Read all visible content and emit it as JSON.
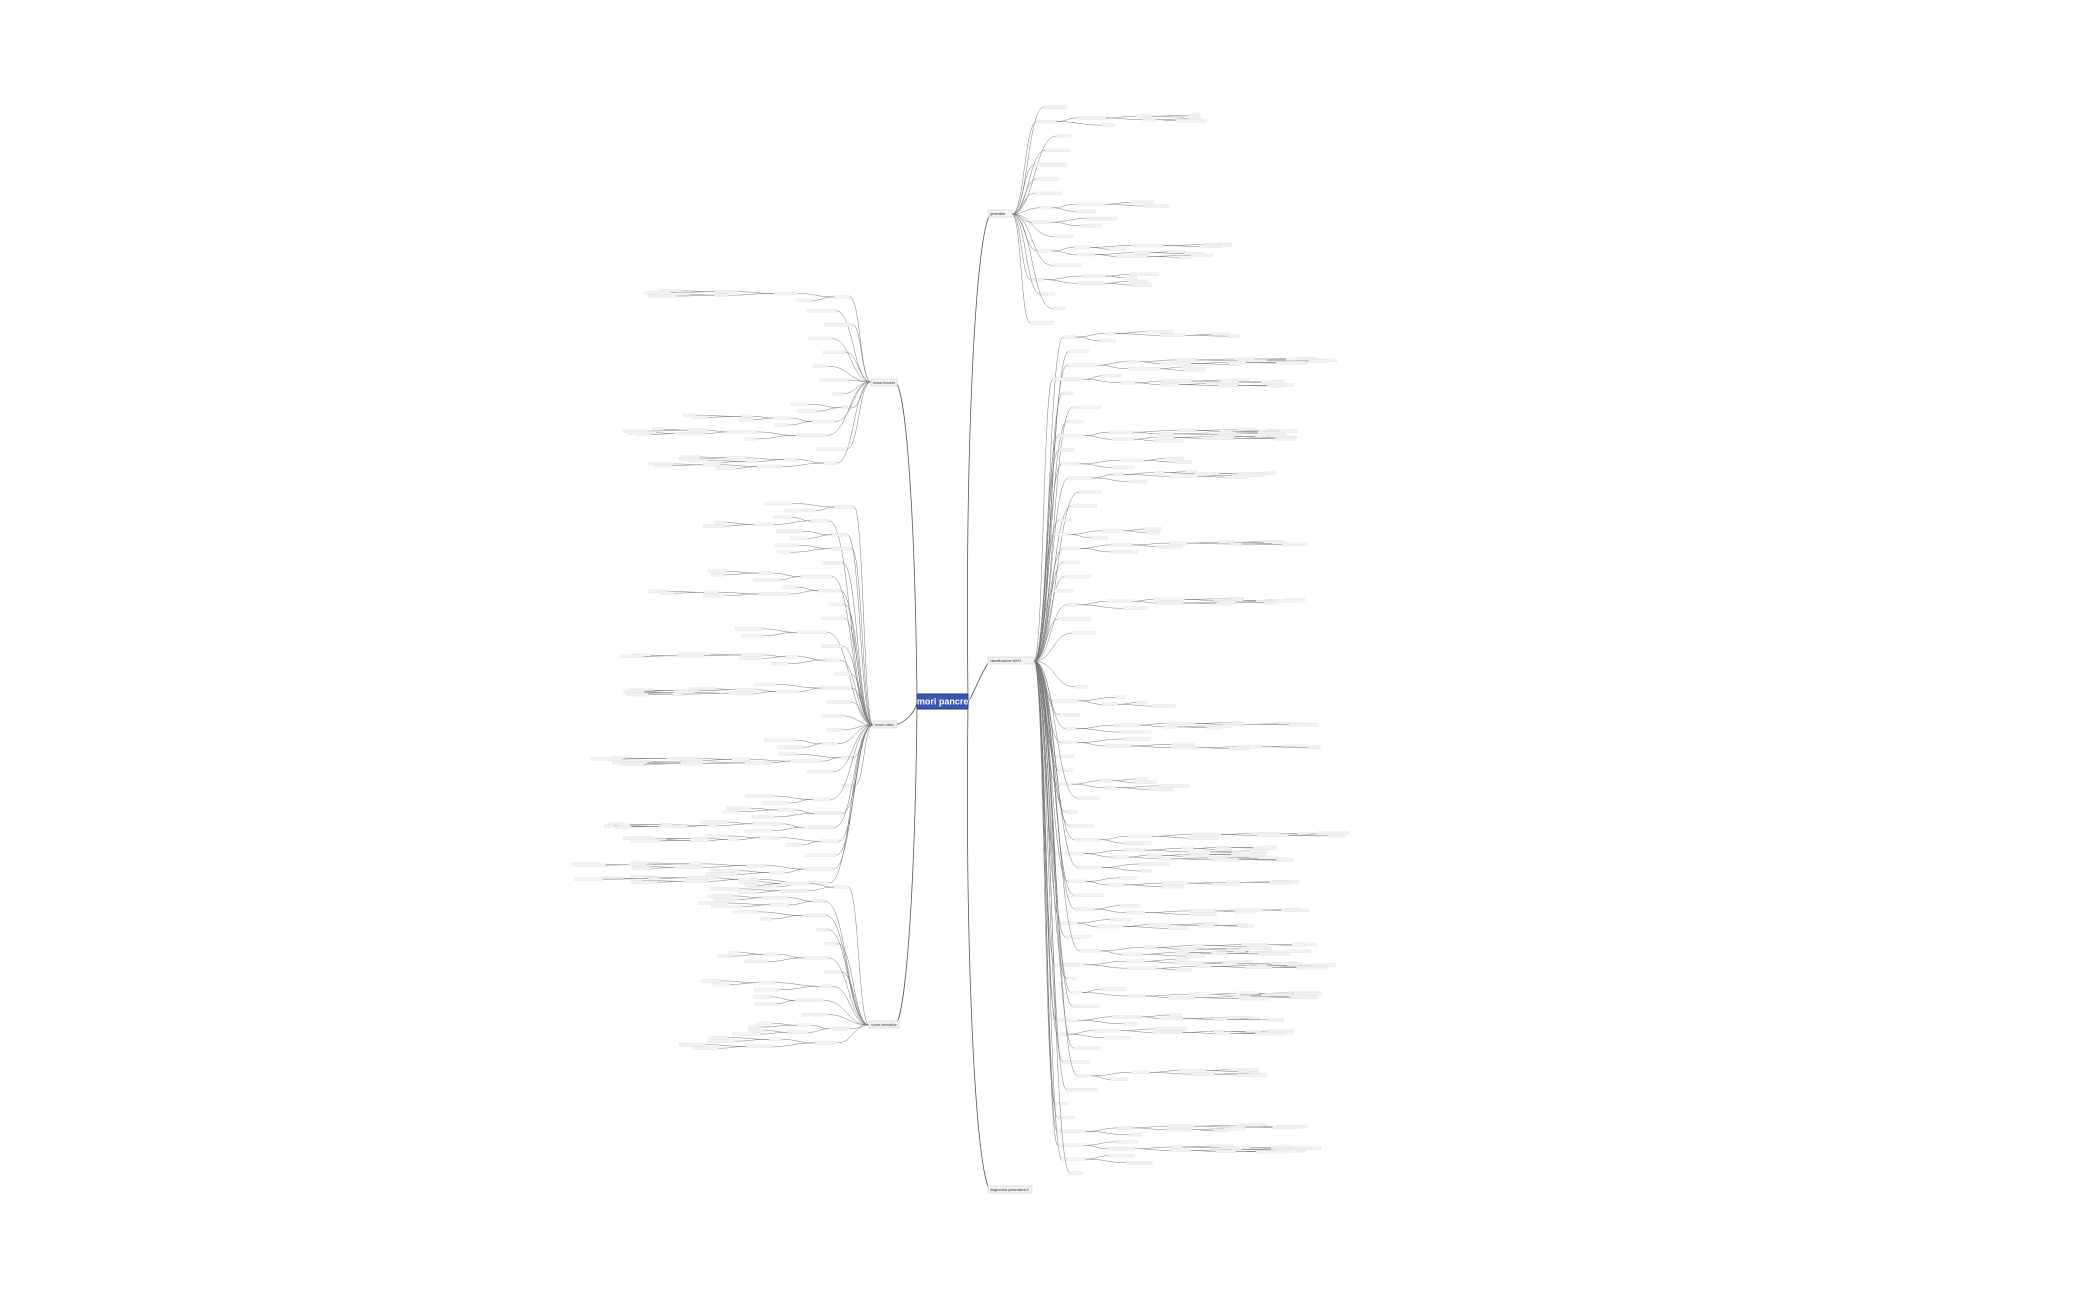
{
  "central_topic": "Tumori pancreas",
  "branches": [
    {
      "label": "generalità"
    },
    {
      "label": "classificazione WHO"
    },
    {
      "label": "tumori esocrini"
    },
    {
      "label": "tumori cistici"
    },
    {
      "label": "nuove metodiche"
    },
    {
      "label": "diagnostica pancreatica II"
    }
  ],
  "colors": {
    "central_fill": "#3a56b0",
    "line": "#555555",
    "background": "#ffffff"
  }
}
